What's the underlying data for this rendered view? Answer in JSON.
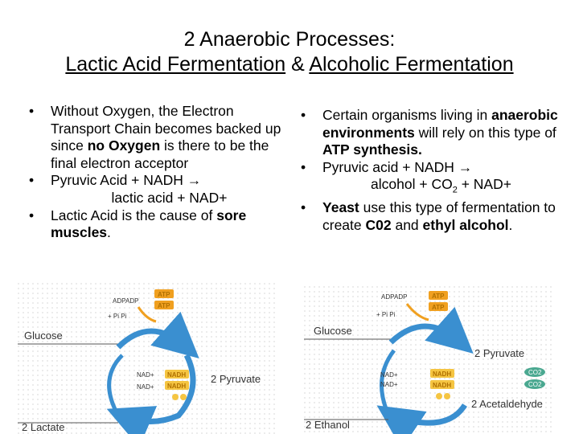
{
  "title": {
    "line1": "2 Anaerobic Processes:",
    "lactic": "Lactic Acid Fermentation",
    "amp": " & ",
    "alcoholic": "Alcoholic Fermentation"
  },
  "left": {
    "b1_text1": "Without Oxygen, the Electron Transport Chain becomes backed up since ",
    "b1_bold": "no Oxygen",
    "b1_text2": " is there to be the final electron acceptor",
    "b2_line1": "Pyruvic Acid + NADH →",
    "b2_line2": "lactic acid + NAD+",
    "b3_text": "Lactic Acid is the cause of ",
    "b3_bold": "sore muscles",
    "b3_end": "."
  },
  "right": {
    "b1_text1": "Certain organisms living in ",
    "b1_bold1": "anaerobic environments",
    "b1_text2": " will rely on this type of ",
    "b1_bold2": "ATP synthesis.",
    "b2_line1": "Pyruvic acid + NADH →",
    "b2_line2a": "alcohol + CO",
    "b2_sub": "2",
    "b2_line2b": " + NAD+",
    "b3_bold1": "Yeast",
    "b3_text1": " use this type of fermentation to create ",
    "b3_bold2": "C02",
    "b3_text2": " and ",
    "b3_bold3": "ethyl alcohol",
    "b3_end": "."
  },
  "bullet": "•",
  "diagram_lactic": {
    "glucose": "Glucose",
    "pyruvate": "2 Pyruvate",
    "lactate": "2 Lactate",
    "adp1": "ADP",
    "adp2": "ADP",
    "atp1": "ATP",
    "atp2": "ATP",
    "nadh1": "NADH",
    "nadh2": "NADH",
    "nad1": "NAD+",
    "nad2": "NAD+",
    "plus_pi": "+ Pi Pi"
  },
  "diagram_alcoholic": {
    "glucose": "Glucose",
    "pyruvate": "2 Pyruvate",
    "acetaldehyde": "2 Acetaldehyde",
    "ethanol": "2 Ethanol",
    "adp1": "ADP",
    "adp2": "ADP",
    "atp1": "ATP",
    "atp2": "ATP",
    "nadh1": "NADH",
    "nadh2": "NADH",
    "nad1": "NAD+",
    "nad2": "NAD+",
    "co2a": "CO2",
    "co2b": "CO2",
    "plus_pi": "+ Pi Pi"
  },
  "colors": {
    "arrow_blue": "#3a8fd0",
    "atp_orange": "#f0a020",
    "nadh_yellow": "#f5c542",
    "co2_teal": "#4aa890"
  }
}
